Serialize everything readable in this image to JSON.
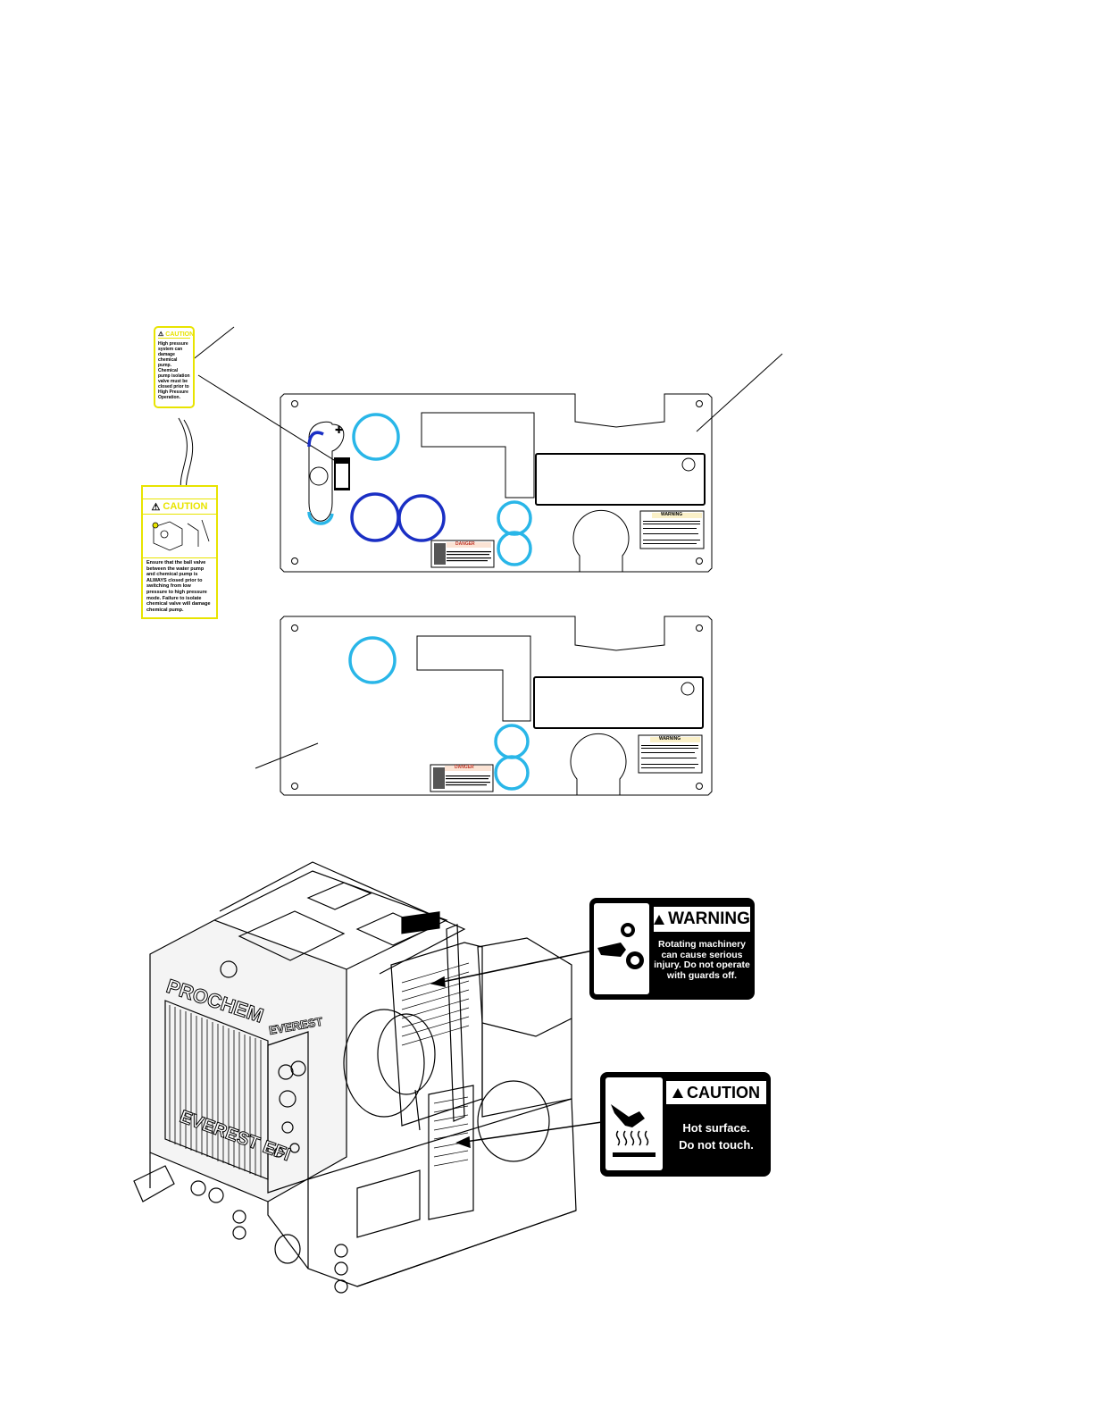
{
  "tag_top": {
    "header": "CAUTION",
    "body": "High pressure system can damage chemical pump. Chemical pump isolation valve must be closed prior to High Pressure Operation."
  },
  "tag_bottom": {
    "header": "CAUTION",
    "body": "Ensure that the ball valve between the water pump and chemical pump is ALWAYS closed prior to switching from low pressure to high pressure mode. Failure to isolate chemical valve will damage chemical pump."
  },
  "panel_labels": {
    "danger": "DANGER",
    "warning": "WARNING"
  },
  "machine": {
    "brand": "PROCHEM",
    "model": "EVEREST",
    "model_full": "EVEREST EFI"
  },
  "warning_decal": {
    "header": "WARNING",
    "message": "Rotating machinery can cause serious injury. Do not operate with guards off."
  },
  "caution_decal": {
    "header": "CAUTION",
    "message_line1": "Hot surface.",
    "message_line2": "Do not touch."
  },
  "colors": {
    "tag_yellow": "#e8e400",
    "light_blue": "#29b6e8",
    "dark_blue": "#1a2fc4"
  }
}
